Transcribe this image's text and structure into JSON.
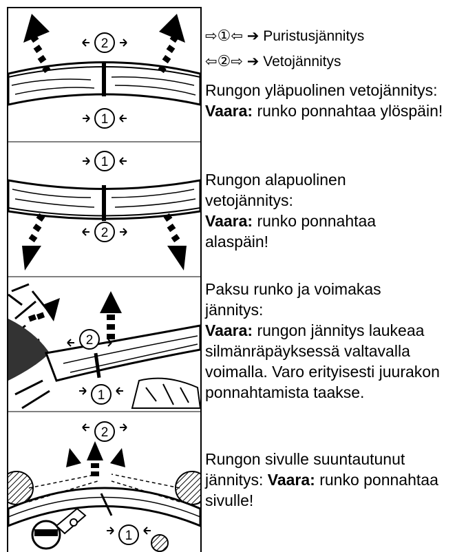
{
  "legend": [
    {
      "prefix": "⇨",
      "num": "①",
      "suffix": "⇦",
      "arrow": "➔",
      "label": "Puristusjännitys"
    },
    {
      "prefix": "⇦",
      "num": "②",
      "suffix": "⇨",
      "arrow": "➔",
      "label": "Vetojännitys"
    }
  ],
  "sections": [
    {
      "intro": "Rungon yläpuolinen vetojännitys:",
      "warn": "Vaara:",
      "rest": "runko ponnahtaa ylöspäin!",
      "top_label": "2",
      "bottom_label": "1"
    },
    {
      "intro": "Rungon alapuolinen vetojännitys:",
      "warn": "Vaara:",
      "rest": "runko ponnahtaa alaspäin!",
      "top_label": "1",
      "bottom_label": "2"
    },
    {
      "intro": "Paksu runko ja voimakas jännitys:",
      "warn": "Vaara:",
      "rest": "rungon jännitys laukeaa silmänräpäyksessä valtavalla voimalla. Varo erityisesti juurakon ponnahtamista taakse.",
      "top_label": "2",
      "bottom_label": "1"
    },
    {
      "intro": "Rungon sivulle suuntautunut jännitys:",
      "warn": "Vaara:",
      "rest": "runko ponnahtaa sivulle!",
      "top_label": "2",
      "bottom_label": "1"
    }
  ]
}
